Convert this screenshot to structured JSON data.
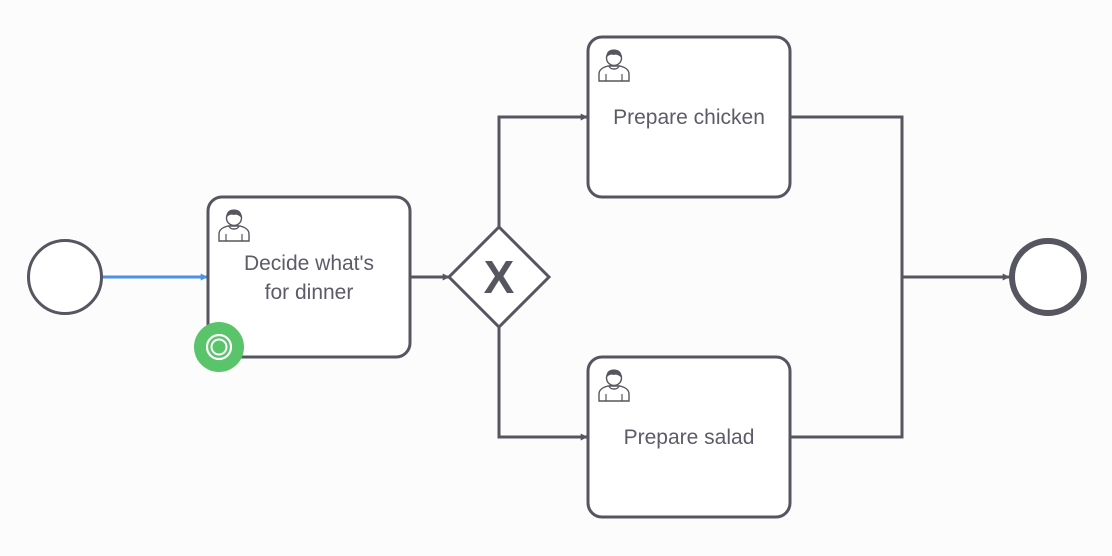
{
  "diagram": {
    "type": "bpmn-process",
    "start_event": {
      "kind": "start-event"
    },
    "end_event": {
      "kind": "end-event"
    },
    "tasks": [
      {
        "id": "decide",
        "kind": "user-task",
        "lines": [
          "Decide what's",
          "for dinner"
        ],
        "active": true
      },
      {
        "id": "chicken",
        "kind": "user-task",
        "lines": [
          "Prepare chicken"
        ],
        "active": false
      },
      {
        "id": "salad",
        "kind": "user-task",
        "lines": [
          "Prepare salad"
        ],
        "active": false
      }
    ],
    "gateway": {
      "kind": "exclusive-gateway",
      "symbol": "X"
    },
    "flows": [
      {
        "from": "start",
        "to": "decide",
        "active": true
      },
      {
        "from": "decide",
        "to": "gateway",
        "active": false
      },
      {
        "from": "gateway",
        "to": "chicken",
        "active": false
      },
      {
        "from": "gateway",
        "to": "salad",
        "active": false
      },
      {
        "from": "chicken",
        "to": "end",
        "active": false
      },
      {
        "from": "salad",
        "to": "end",
        "active": false
      }
    ],
    "token": {
      "on_task": "decide",
      "icon": "token-marker-icon"
    }
  },
  "colors": {
    "stroke": "#55565f",
    "active_flow": "#4d90e8",
    "token": "#5ac46a",
    "text": "#5b5c67",
    "background": "#fcfcfc"
  }
}
